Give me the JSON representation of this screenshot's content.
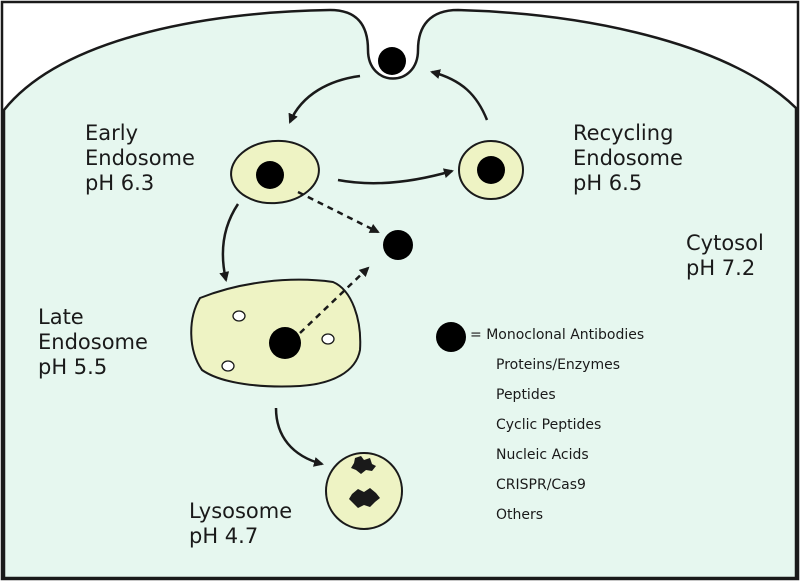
{
  "colors": {
    "cytosol": "#e6f7ef",
    "vesicle": "#eef3c4",
    "outline": "#1a1a1a",
    "cargo": "#000000"
  },
  "labels": {
    "early_endosome": [
      "Early",
      "Endosome",
      "pH 6.3"
    ],
    "recycling_endosome": [
      "Recycling",
      "Endosome",
      "pH 6.5"
    ],
    "cytosol": [
      "Cytosol",
      "pH 7.2"
    ],
    "late_endosome": [
      "Late",
      "Endosome",
      "pH 5.5"
    ],
    "lysosome": [
      "Lysosome",
      "pH 4.7"
    ]
  },
  "legend": {
    "symbol_icon": "black-circle",
    "equals": "=",
    "items": [
      "Monoclonal Antibodies",
      "Proteins/Enzymes",
      "Peptides",
      "Cyclic Peptides",
      "Nucleic Acids",
      "CRISPR/Cas9",
      "Others"
    ]
  }
}
